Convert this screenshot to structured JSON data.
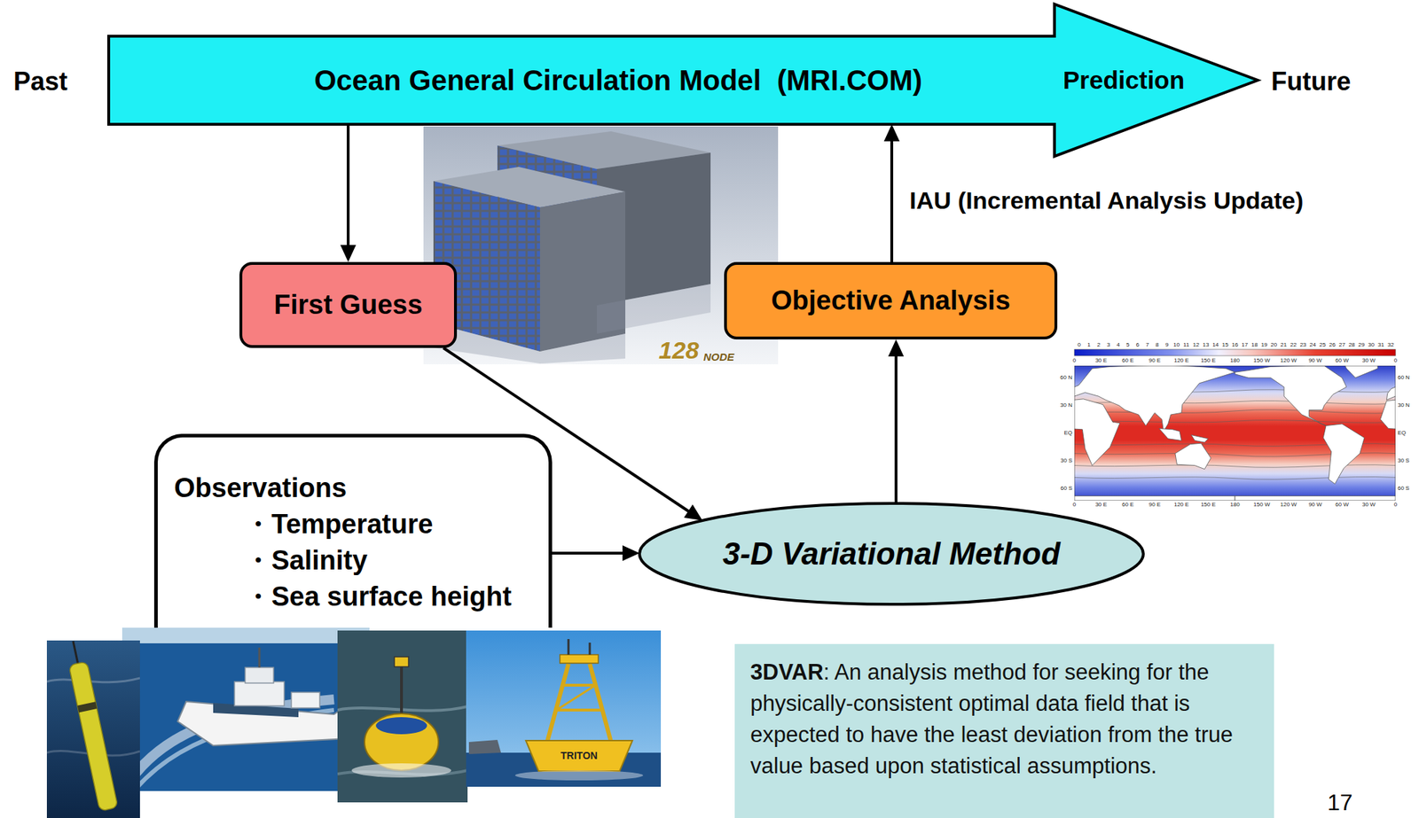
{
  "diagram": {
    "nodes": [
      {
        "text": [
          "Ocean General Circulation Model  (MRI.COM)",
          "Prediction"
        ]
      },
      {
        "text": [
          "First Guess"
        ]
      },
      {
        "text": [
          "Objective Analysis"
        ]
      },
      {
        "text": [
          "Observations",
          "・Temperature",
          "・Salinity",
          "・Sea surface height"
        ]
      },
      {
        "text": [
          "3-D Variational Method"
        ]
      },
      {
        "text": [
          "3DVAR",
          ": An analysis method for seeking for the physically-consistent optimal data field that is expected to have the least deviation from the true value based upon statistical assumptions."
        ]
      }
    ],
    "edges": [
      {
        "from": 0,
        "to": 1,
        "arrow": "to"
      },
      {
        "from": 1,
        "to": 4,
        "arrow": "to"
      },
      {
        "from": 3,
        "to": 4,
        "arrow": "to"
      },
      {
        "from": 4,
        "to": 2,
        "arrow": "to"
      },
      {
        "from": 2,
        "to": 0,
        "arrow": "to",
        "label": "IAU (Incremental Analysis Update)"
      }
    ],
    "labels": [
      "Past",
      "Future",
      "128",
      "NODE",
      "TRITON",
      "17",
      "0",
      "1",
      "2",
      "3",
      "4",
      "5",
      "6",
      "7",
      "8",
      "9",
      "10",
      "11",
      "12",
      "13",
      "14",
      "15",
      "16",
      "17",
      "18",
      "19",
      "20",
      "21",
      "22",
      "23",
      "24",
      "25",
      "26",
      "27",
      "28",
      "29",
      "30",
      "31",
      "32",
      "0",
      "30 E",
      "60 E",
      "90 E",
      "120 E",
      "150 E",
      "180",
      "150 W",
      "120 W",
      "90 W",
      "60 W",
      "30 W",
      "0",
      "0",
      "30 E",
      "60 E",
      "90 E",
      "120 E",
      "150 E",
      "180",
      "150 W",
      "120 W",
      "90 W",
      "60 W",
      "30 W",
      "0",
      "60 N",
      "30 N",
      "EQ",
      "30 S",
      "60 S",
      "60 N",
      "30 N",
      "EQ",
      "30 S",
      "60 S"
    ]
  }
}
